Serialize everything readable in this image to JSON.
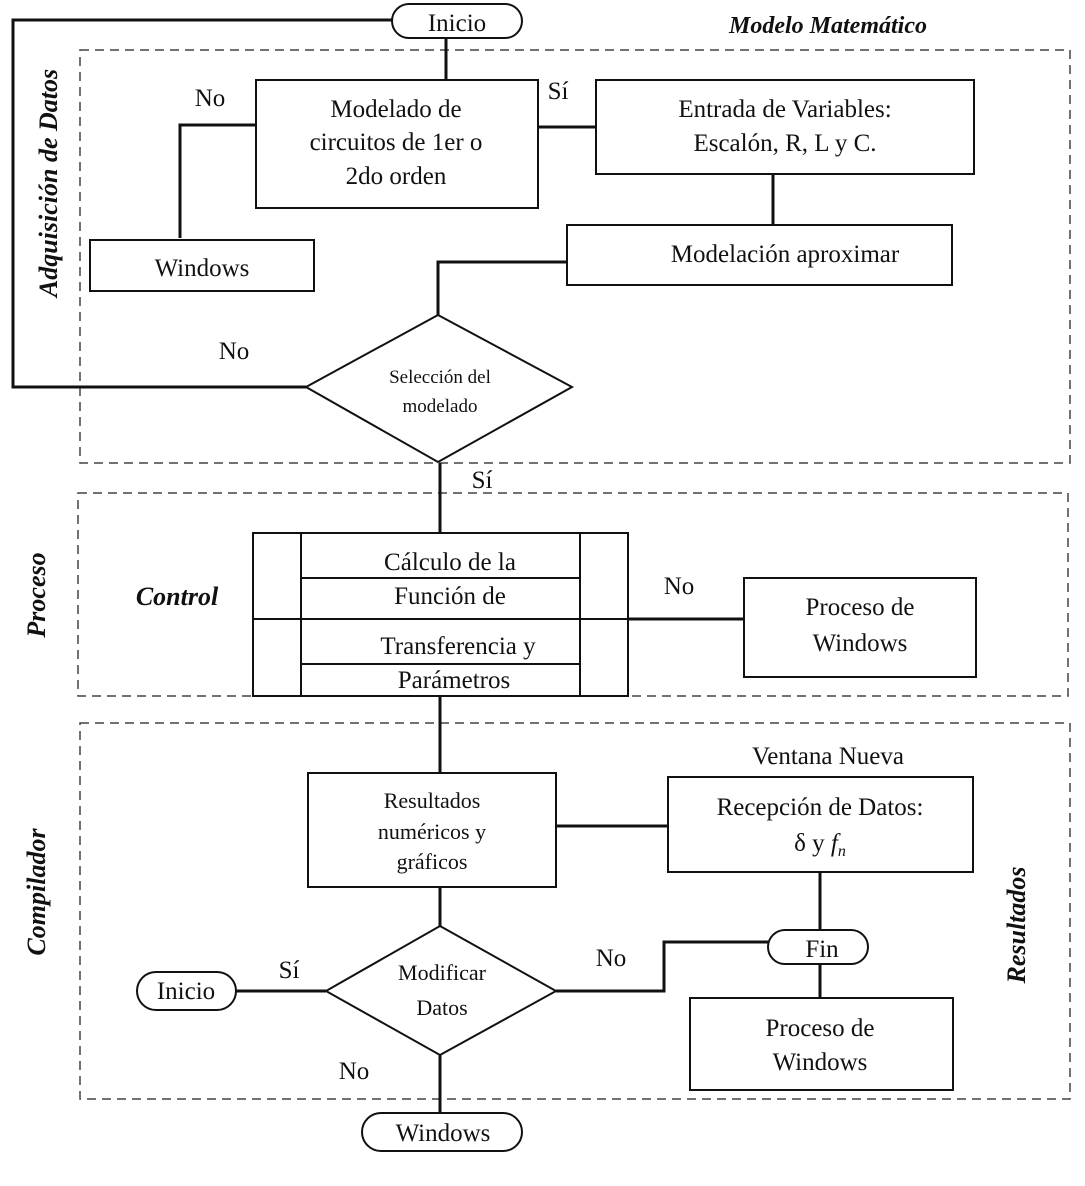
{
  "sections": {
    "math_model": "Modelo Matemático",
    "data_acquisition": "Adquisición de Datos",
    "process": "Proceso",
    "control": "Control",
    "compiler": "Compilador",
    "results": "Resultados"
  },
  "nodes": {
    "start_top": "Inicio",
    "modeling_line1": "Modelado de",
    "modeling_line2": "circuitos de 1er o",
    "modeling_line3": "2do orden",
    "variables_line1": "Entrada de Variables:",
    "variables_line2": "Escalón, R, L y C.",
    "windows_top": "Windows",
    "approx_model": "Modelación aproximar",
    "select_line1": "Selección del",
    "select_line2": "modelado",
    "calc_line1": "Cálculo de la",
    "calc_line2": "Función de",
    "calc_line3": "Transferencia y",
    "calc_line4": "Parámetros",
    "proc_windows_mid_line1": "Proceso de",
    "proc_windows_mid_line2": "Windows",
    "new_window": "Ventana Nueva",
    "results_line1": "Resultados",
    "results_line2": "numéricos y",
    "results_line3": "gráficos",
    "reception_line1": "Recepción de Datos:",
    "reception_line2_prefix": "δ y ",
    "reception_line2_var": "f",
    "reception_line2_sub": "n",
    "end": "Fin",
    "modify_line1": "Modificar",
    "modify_line2": "Datos",
    "start_bottom": "Inicio",
    "proc_windows_bot_line1": "Proceso de",
    "proc_windows_bot_line2": "Windows",
    "windows_bottom": "Windows"
  },
  "edge_labels": {
    "no_modeling": "No",
    "si_modeling": "Sí",
    "no_select": "No",
    "si_select": "Sí",
    "no_calc": "No",
    "si_modify": "Sí",
    "no_modify_right": "No",
    "no_modify_down": "No"
  }
}
